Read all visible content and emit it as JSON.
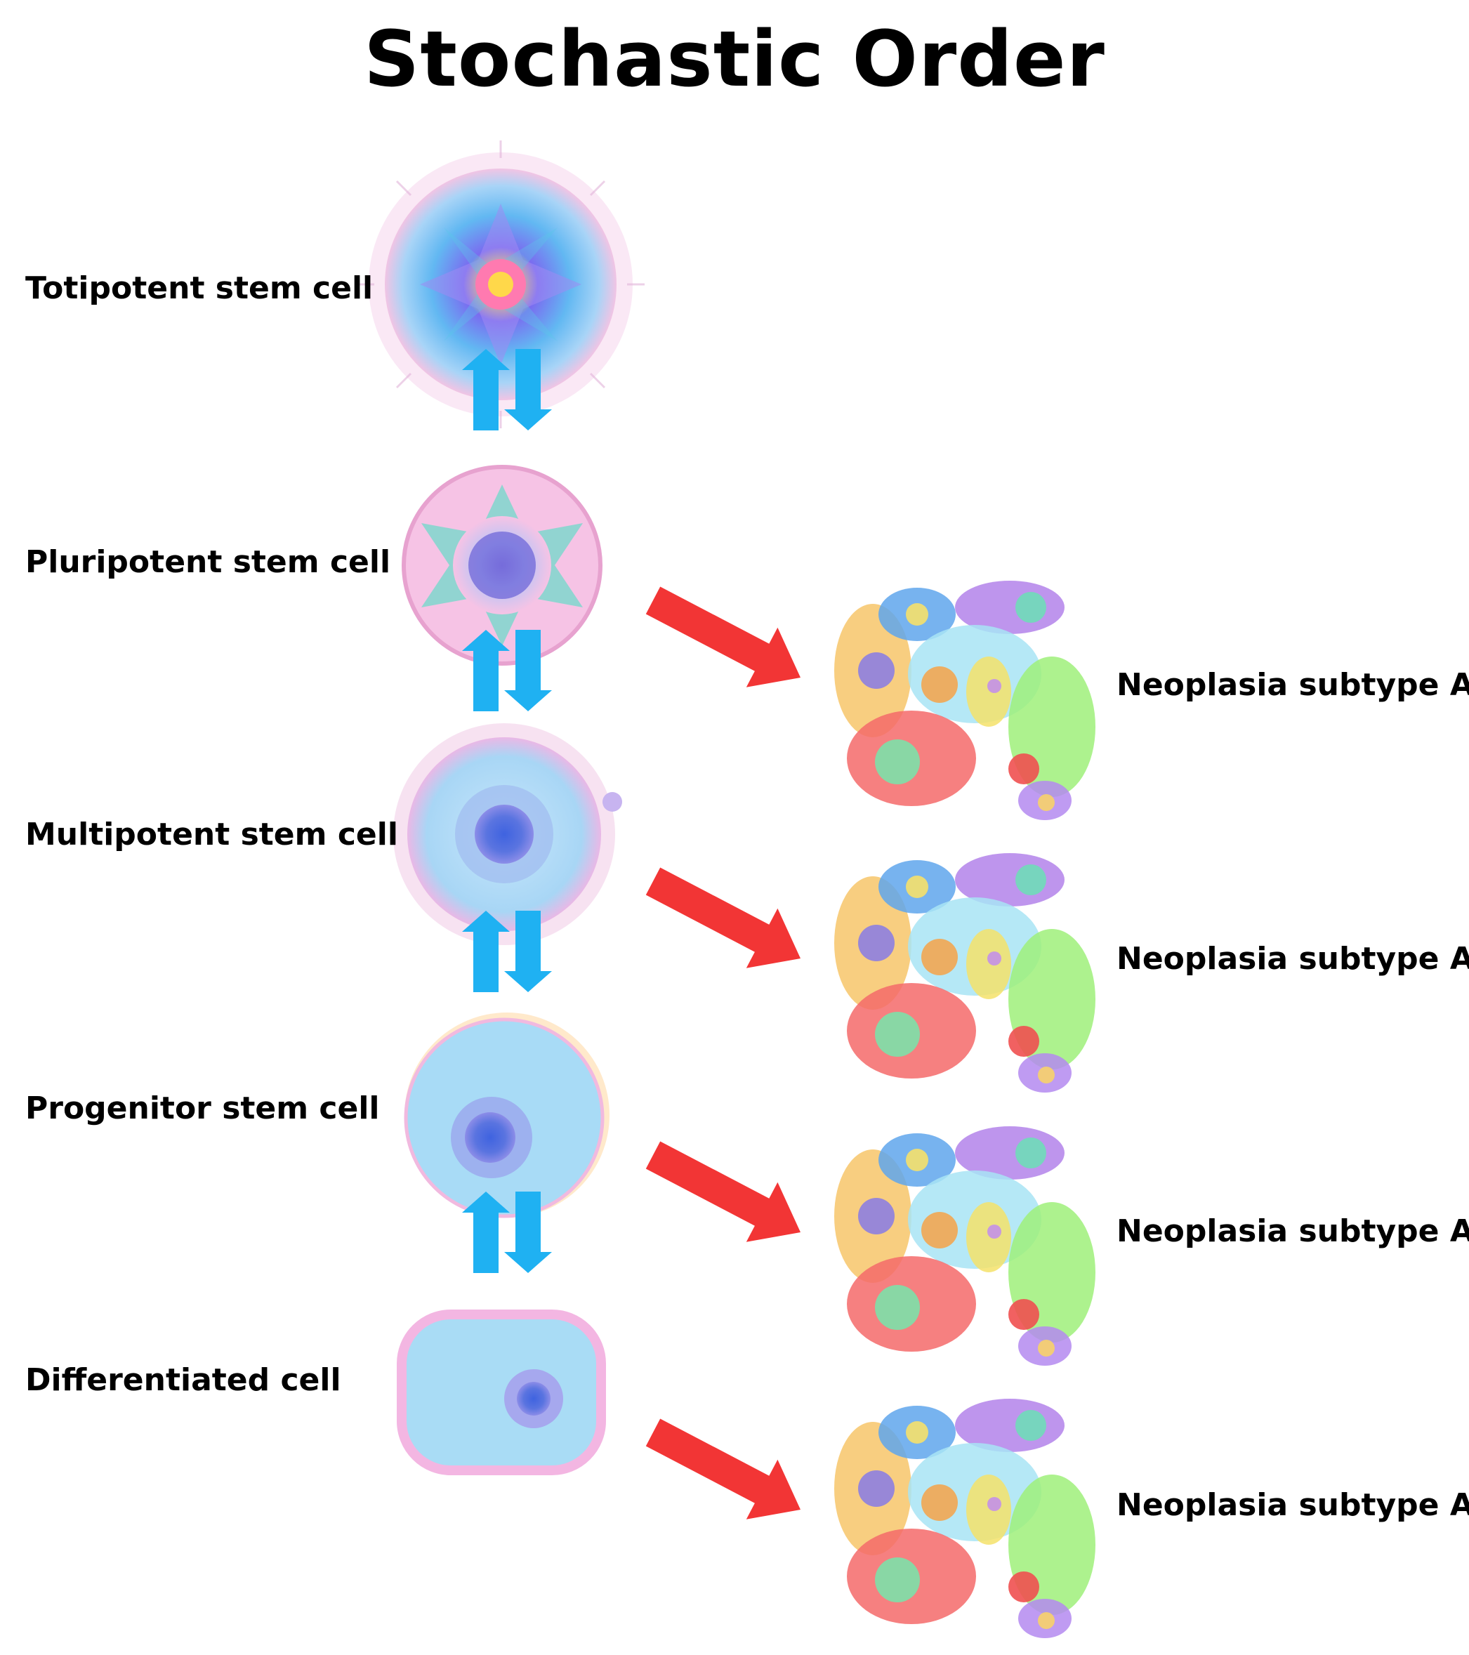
{
  "title": "Stochastic Order",
  "stages": [
    {
      "label": "Totipotent stem cell"
    },
    {
      "label": "Pluripotent stem cell"
    },
    {
      "label": "Multipotent stem cell"
    },
    {
      "label": "Progenitor stem cell"
    },
    {
      "label": "Differentiated cell"
    }
  ],
  "neoplasia": [
    {
      "label": "Neoplasia subtype A"
    },
    {
      "label": "Neoplasia subtype A"
    },
    {
      "label": "Neoplasia subtype A"
    },
    {
      "label": "Neoplasia subtype A"
    }
  ],
  "colors": {
    "bidirectional_arrow": "#1fb1f2",
    "transformation_arrow": "#f23535",
    "cell_body": "#a9dcf5",
    "cell_membrane": "#f3b6e2",
    "nucleus": "#5a74e0"
  }
}
